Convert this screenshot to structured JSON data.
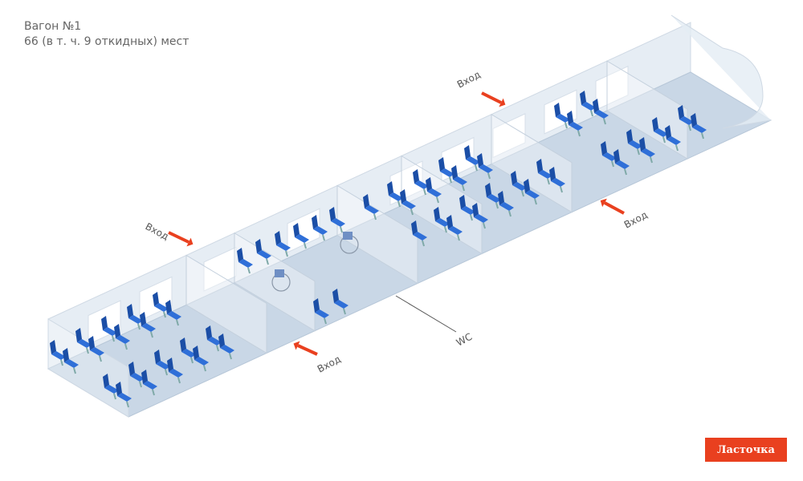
{
  "header": {
    "title": "Вагон №1",
    "subtitle": "66 (в т. ч. 9 откидных) мест"
  },
  "labels": {
    "entrance": "Вход",
    "wc": "WC"
  },
  "logo": {
    "text": "Ласточка"
  },
  "colors": {
    "seat": "#2f6fd8",
    "seat_dark": "#1b4ea6",
    "arrow": "#e9401f",
    "floor": "#c9d7e6",
    "wall": "#e6edf4"
  }
}
